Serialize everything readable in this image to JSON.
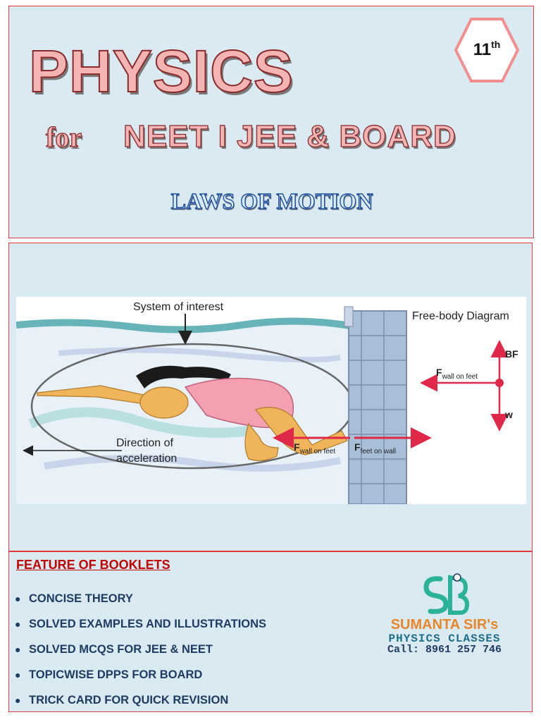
{
  "header": {
    "title": "PHYSICS",
    "for_word": "for",
    "exams": "NEET I JEE & BOARD",
    "subject": "LAWS OF MOTION",
    "grade": {
      "number": "11",
      "suffix": "th"
    }
  },
  "diagram": {
    "system_label": "System of interest",
    "direction_label_1": "Direction of",
    "direction_label_2": "acceleration",
    "fbd_title": "Free-body Diagram",
    "bf_label": "BF",
    "w_label": "w",
    "f_symbol": "F",
    "wall_on_feet": "wall on feet",
    "feet_on_wall": "feet on wall",
    "colors": {
      "force": "#e0284a",
      "water": "#66b3b8",
      "wall": "#a9bfd8",
      "skin": "#f0b45a",
      "suit": "#f4a0b0"
    }
  },
  "features": {
    "heading": "FEATURE OF BOOKLETS",
    "items": [
      "CONCISE THEORY",
      "SOLVED EXAMPLES AND ILLUSTRATIONS",
      "SOLVED MCQS FOR JEE & NEET",
      "TOPICWISE DPPS FOR BOARD",
      "TRICK CARD FOR QUICK REVISION"
    ]
  },
  "brand": {
    "name": "SUMANTA SIR's",
    "subtitle": "PHYSICS CLASSES",
    "call": "Call: 8961 257 746",
    "colors": {
      "name": "#e8862a",
      "logo": "#2bb39a"
    }
  }
}
